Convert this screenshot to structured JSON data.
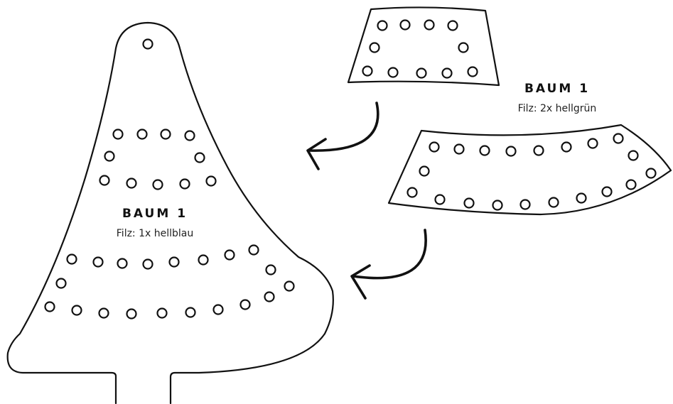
{
  "pieces": {
    "tree": {
      "title": "BAUM 1",
      "material": "Filz: 1x hellblau"
    },
    "bands": {
      "title": "BAUM 1",
      "material": "Filz: 2x hellgrün"
    }
  },
  "colors": {
    "line": "#111111",
    "background": "#ffffff"
  }
}
